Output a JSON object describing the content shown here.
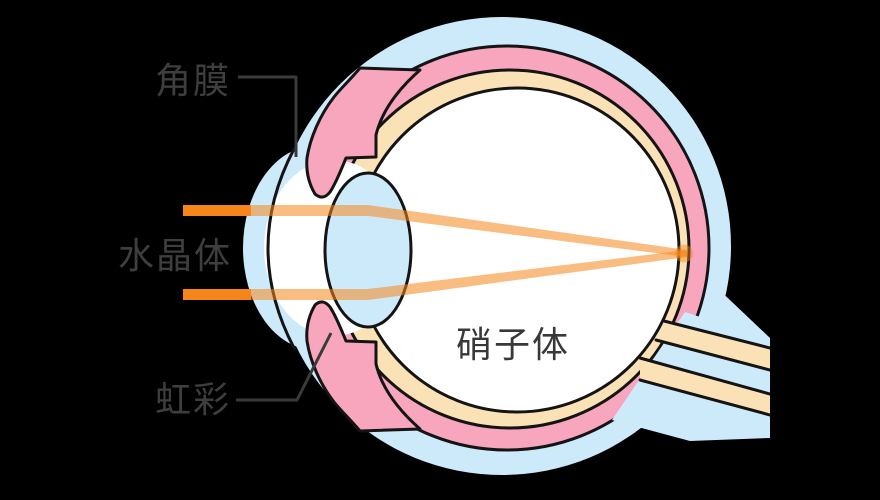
{
  "figure": {
    "type": "eye-cross-section-anatomy-diagram",
    "labels": {
      "cornea": "角膜",
      "lens": "水晶体",
      "iris": "虹彩",
      "vitreous": "硝子体"
    },
    "colors": {
      "background": "#000000",
      "sclera_blue": "#CDEAFB",
      "choroid_pink": "#F8A6BE",
      "retina_cream": "#FBE2B6",
      "interior_white": "#FFFFFF",
      "ray_orange": "#F6861A",
      "outline": "#141414",
      "label_text": "#3E3E3E",
      "leader_line": "#3A3A3A"
    }
  }
}
